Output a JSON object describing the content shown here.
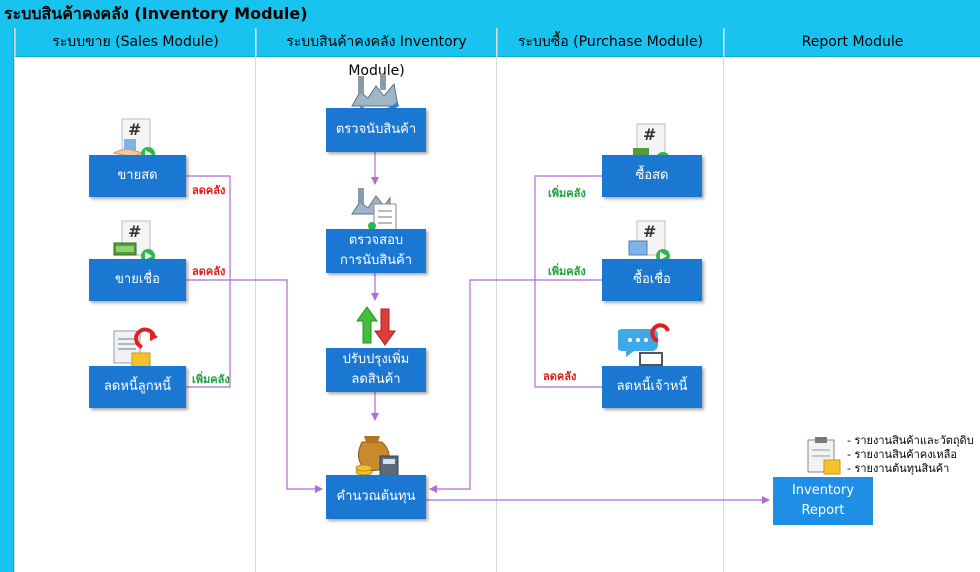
{
  "title": "ระบบสินค้าคงคลัง (Inventory Module)",
  "lanes": [
    {
      "header": "ระบบขาย (Sales Module)"
    },
    {
      "header": "ระบบสินค้าคงคลัง Inventory Module)"
    },
    {
      "header": "ระบบซื้อ (Purchase Module)"
    },
    {
      "header": "Report Module"
    }
  ],
  "nodes": {
    "cash_sale": {
      "label": "ขายสด"
    },
    "credit_sale": {
      "label": "ขายเชื่อ"
    },
    "reduce_debtor": {
      "label": "ลดหนี้ลูกหนี้"
    },
    "stock_count": {
      "label": "ตรวจนับสินค้า"
    },
    "check_count": {
      "line1": "ตรวจสอบ",
      "line2": "การนับสินค้า"
    },
    "adjust": {
      "line1": "ปรับปรุงเพิ่ม",
      "line2": "ลดสินค้า"
    },
    "calc_cost": {
      "label": "คำนวณต้นทุน"
    },
    "cash_purchase": {
      "label": "ซื้อสด"
    },
    "credit_purchase": {
      "label": "ซื้อเชื่อ"
    },
    "reduce_creditor": {
      "label": "ลดหนี้เจ้าหนี้"
    },
    "inventory_report": {
      "line1": "Inventory",
      "line2": "Report"
    }
  },
  "flow_labels": {
    "cash_sale": "ลดคลัง",
    "credit_sale": "ลดคลัง",
    "reduce_debtor": "เพิ่มคลัง",
    "cash_purchase": "เพิ่มคลัง",
    "credit_purchase": "เพิ่มคลัง",
    "reduce_creditor": "ลดคลัง"
  },
  "report_items": [
    "- รายงานสินค้าและวัตถุดิบ",
    "- รายงานสินค้าคงเหลือ",
    "- รายงานต้นทุนสินค้า"
  ],
  "colors": {
    "header": "#19c3f0",
    "node": "#1b78d2",
    "connector": "#b06bd6",
    "reduce": "#e11b1b",
    "add": "#1aa23c"
  },
  "icons": {
    "cash_sale": "document-hand-play-icon",
    "credit_sale": "document-money-play-icon",
    "reduce_debtor": "document-box-arrow-icon",
    "stock_count": "factory-icon",
    "check_count": "factory-checklist-icon",
    "adjust": "up-down-arrows-icon",
    "calc_cost": "money-calculator-icon",
    "cash_purchase": "document-cart-play-icon",
    "credit_purchase": "document-card-play-icon",
    "reduce_creditor": "chat-cart-arrow-icon",
    "inventory_report": "clipboard-box-icon"
  }
}
